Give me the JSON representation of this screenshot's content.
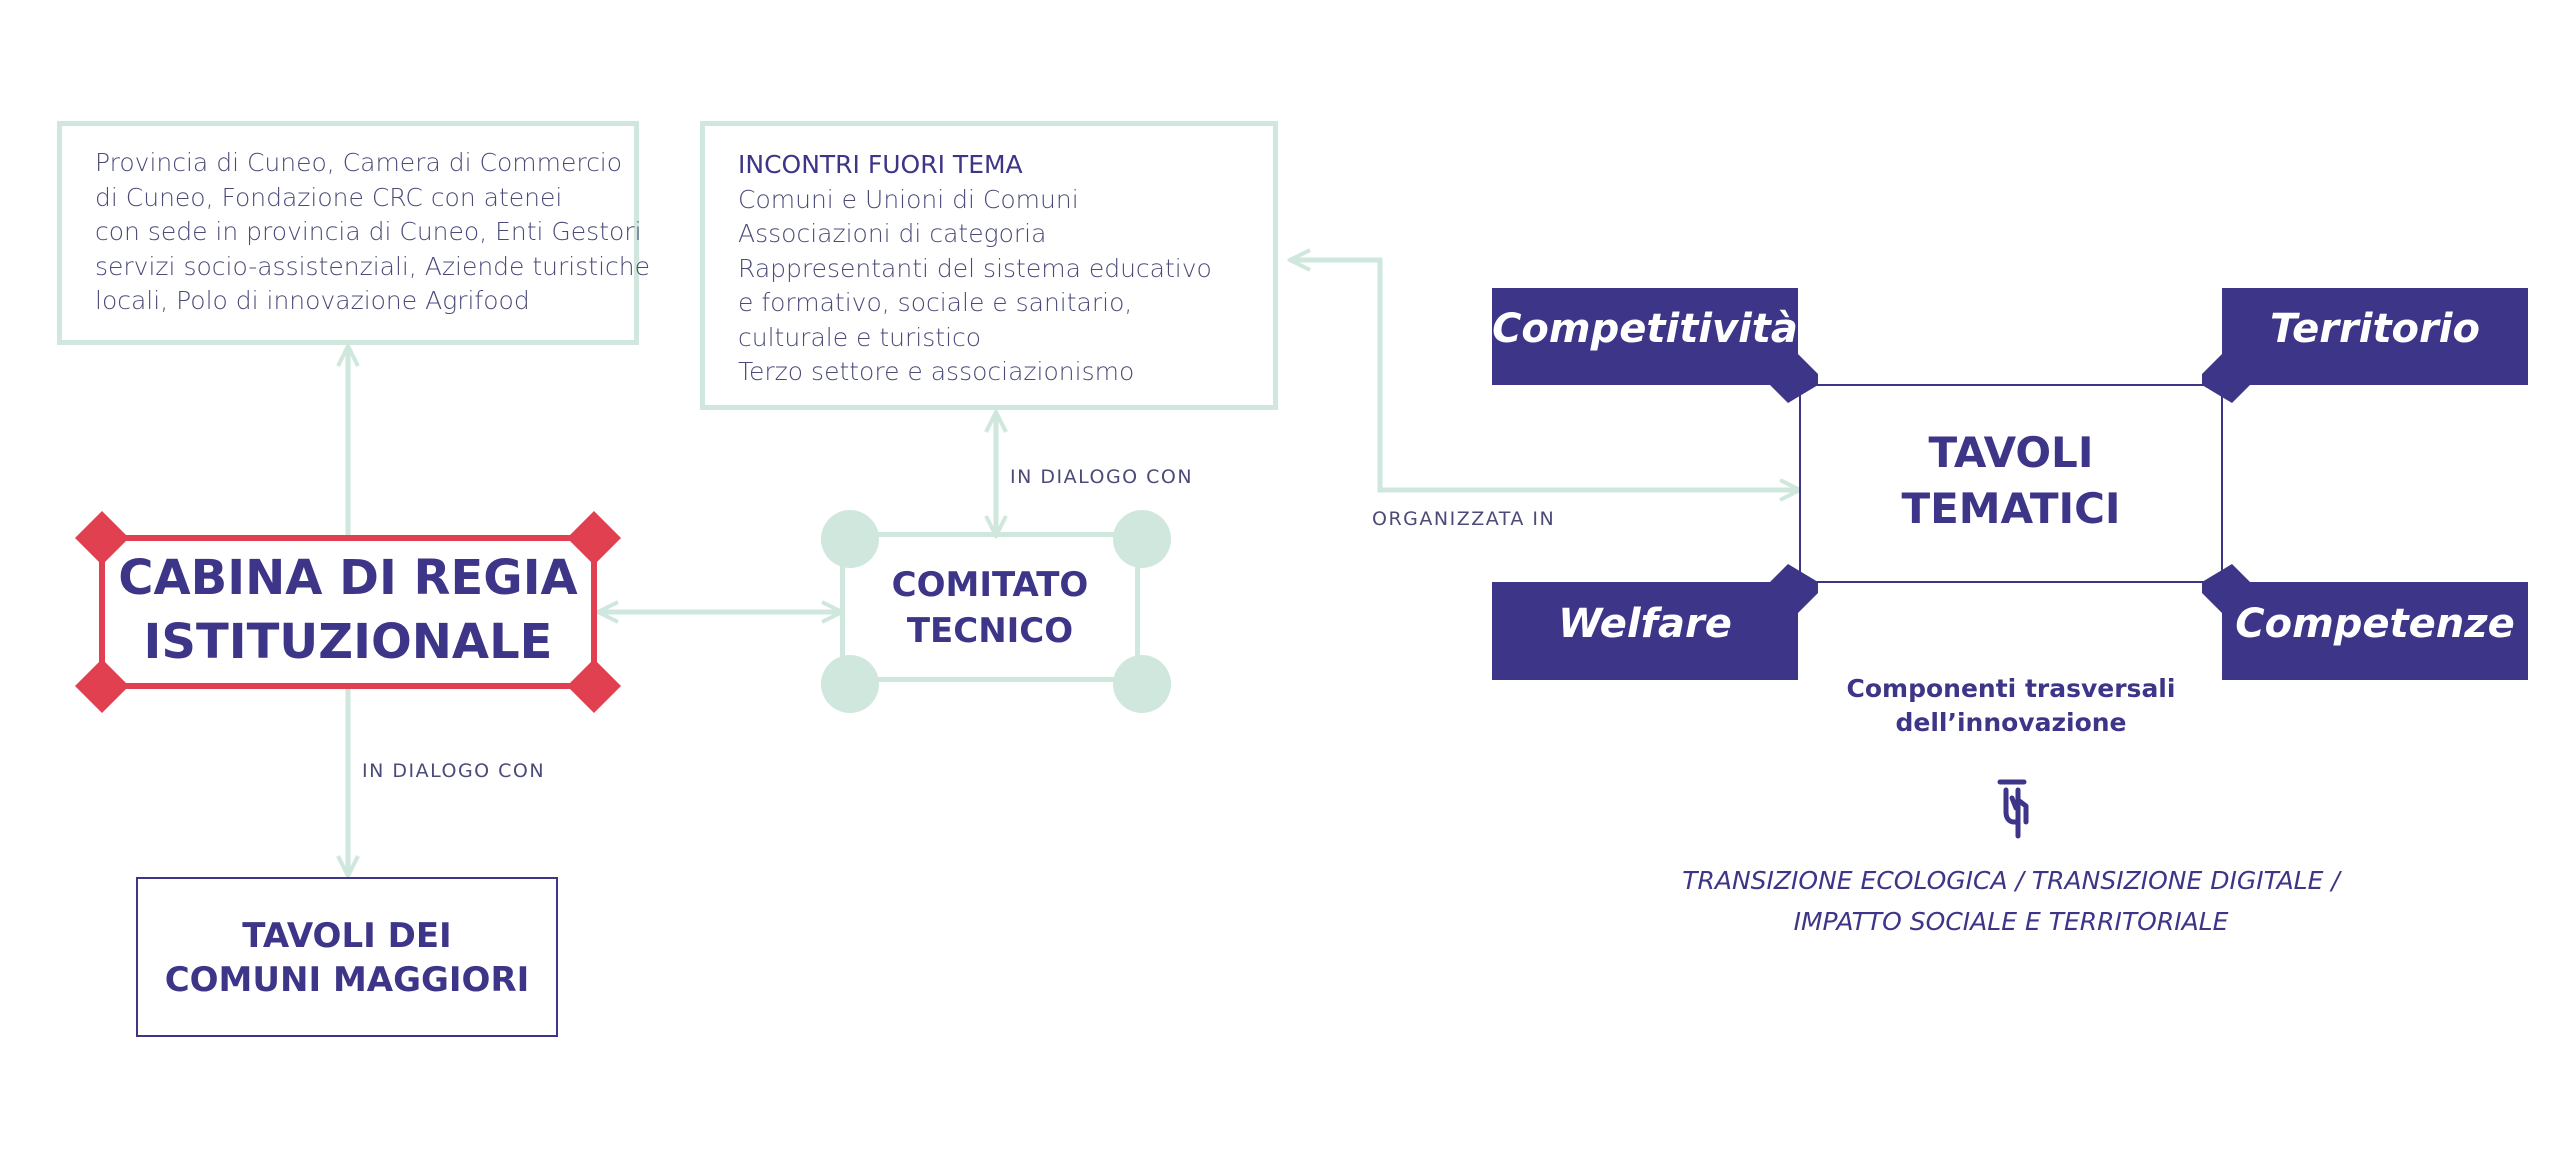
{
  "stakeholders": {
    "lines": [
      "Provincia di Cuneo, Camera di Commercio",
      "di Cuneo, Fondazione CRC con atenei",
      "con sede in provincia di Cuneo, Enti Gestori",
      "servizi socio-assistenziali, Aziende turistiche",
      "locali, Polo di innovazione Agrifood"
    ]
  },
  "incontri": {
    "title": "INCONTRI FUORI TEMA",
    "lines": [
      "Comuni e Unioni di Comuni",
      "Associazioni di categoria",
      "Rappresentanti del sistema educativo",
      "e formativo, sociale e sanitario,",
      "culturale e turistico",
      "Terzo settore e associazionismo"
    ]
  },
  "cabina": {
    "lines": [
      "CABINA DI REGIA",
      "ISTITUZIONALE"
    ]
  },
  "comitato": {
    "lines": [
      "COMITATO",
      "TECNICO"
    ]
  },
  "tavoli_comuni": {
    "lines": [
      "TAVOLI DEI",
      "COMUNI MAGGIORI"
    ]
  },
  "tavoli_tematici": {
    "lines": [
      "TAVOLI",
      "TEMATICI"
    ]
  },
  "labels": {
    "in_dialogo_top": "IN DIALOGO CON",
    "in_dialogo_bottom": "IN DIALOGO CON",
    "organizzata": "ORGANIZZATA IN"
  },
  "themes": {
    "competitivita": "Competitività",
    "territorio": "Territorio",
    "welfare": "Welfare",
    "competenze": "Competenze"
  },
  "componenti": {
    "lines": [
      "Componenti trasversali",
      "dell’innovazione"
    ]
  },
  "transizione": {
    "lines": [
      "TRANSIZIONE ECOLOGICA / TRANSIZIONE DIGITALE /",
      "IMPATTO SOCIALE E TERRITORIALE"
    ]
  },
  "colors": {
    "mint": "#cfe7dc",
    "navy": "#3d3588",
    "red": "#e0404f",
    "text": "#4a4b78"
  },
  "icons": {
    "pointing_hand": "pointing-hand-icon"
  }
}
